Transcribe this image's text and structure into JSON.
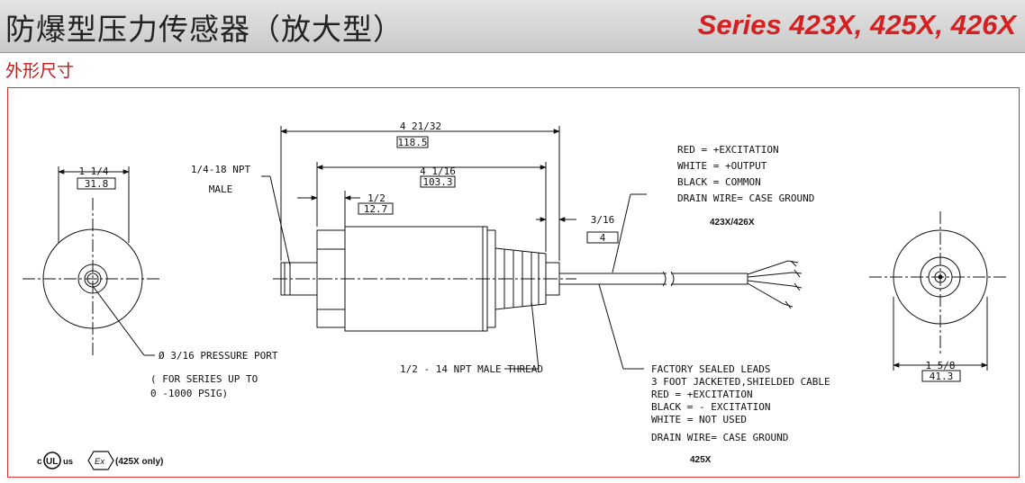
{
  "header": {
    "title_cn": "防爆型压力传感器（放大型）",
    "series": "Series 423X, 425X, 426X"
  },
  "section_title": "外形尺寸",
  "colors": {
    "accent_red": "#d42020",
    "frame_red": "#d93030",
    "header_gray": "#d0d0d0"
  },
  "dimensions": {
    "overall_in": "4 21/32",
    "overall_mm": "118.5",
    "body_in": "4 1/16",
    "body_mm": "103.3",
    "hex_in": "1/2",
    "hex_mm": "12.7",
    "tail_in": "3/16",
    "tail_mm": "4",
    "left_dia_in": "1 1/4",
    "left_dia_mm": "31.8",
    "right_dia_in": "1 5/8",
    "right_dia_mm": "41.3"
  },
  "labels": {
    "npt_line1": "1/4-18 NPT",
    "npt_line2": "MALE",
    "port": "Ø 3/16 PRESSURE PORT",
    "port_note1": "( FOR SERIES UP TO",
    "port_note2": "0 -1000 PSIG)",
    "thread": "1/2 - 14 NPT MALE THREAD"
  },
  "wiring_423x": {
    "lines": [
      "RED = +EXCITATION",
      "WHITE = +OUTPUT",
      "BLACK = COMMON",
      "DRAIN WIRE= CASE GROUND"
    ],
    "model": "423X/426X"
  },
  "wiring_425x": {
    "lines": [
      "FACTORY SEALED LEADS",
      "3 FOOT JACKETED,SHIELDED CABLE",
      "RED = +EXCITATION",
      "BLACK = - EXCITATION",
      "WHITE = NOT USED",
      "DRAIN WIRE= CASE GROUND"
    ],
    "model": "425X"
  },
  "certs": {
    "ul_c": "c",
    "ul_mark": "UL",
    "ul_us": "us",
    "ex_mark": "Ex",
    "ex_note": "(425X only)"
  }
}
